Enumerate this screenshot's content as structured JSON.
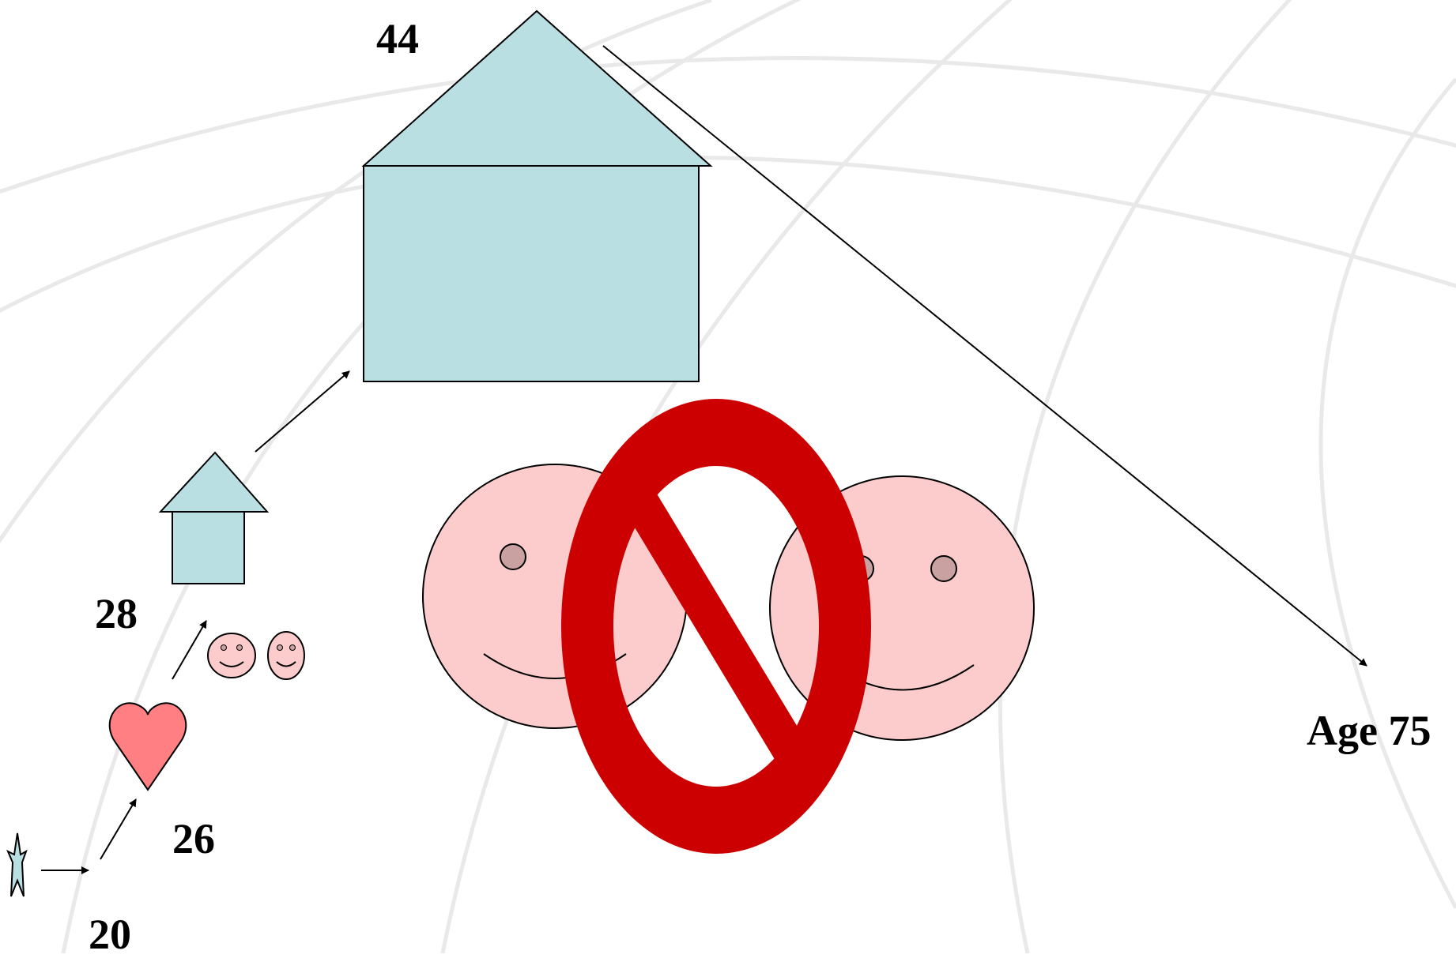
{
  "labels": {
    "age_20": "20",
    "age_26": "26",
    "age_28": "28",
    "age_44": "44",
    "age_75": "Age 75"
  },
  "colors": {
    "house_fill": "#badfe2",
    "face_fill": "#fccbcb",
    "eye_fill": "#c9a1a0",
    "heart_fill": "#ff7f82",
    "prohibition_red": "#cc0000",
    "background_arcs": "#e9e9e9",
    "outline": "#000000"
  },
  "icons": [
    "star-icon",
    "heart-icon",
    "small-smiley-icon",
    "small-house-icon",
    "large-house-icon",
    "large-smiley-icon",
    "prohibition-icon"
  ]
}
